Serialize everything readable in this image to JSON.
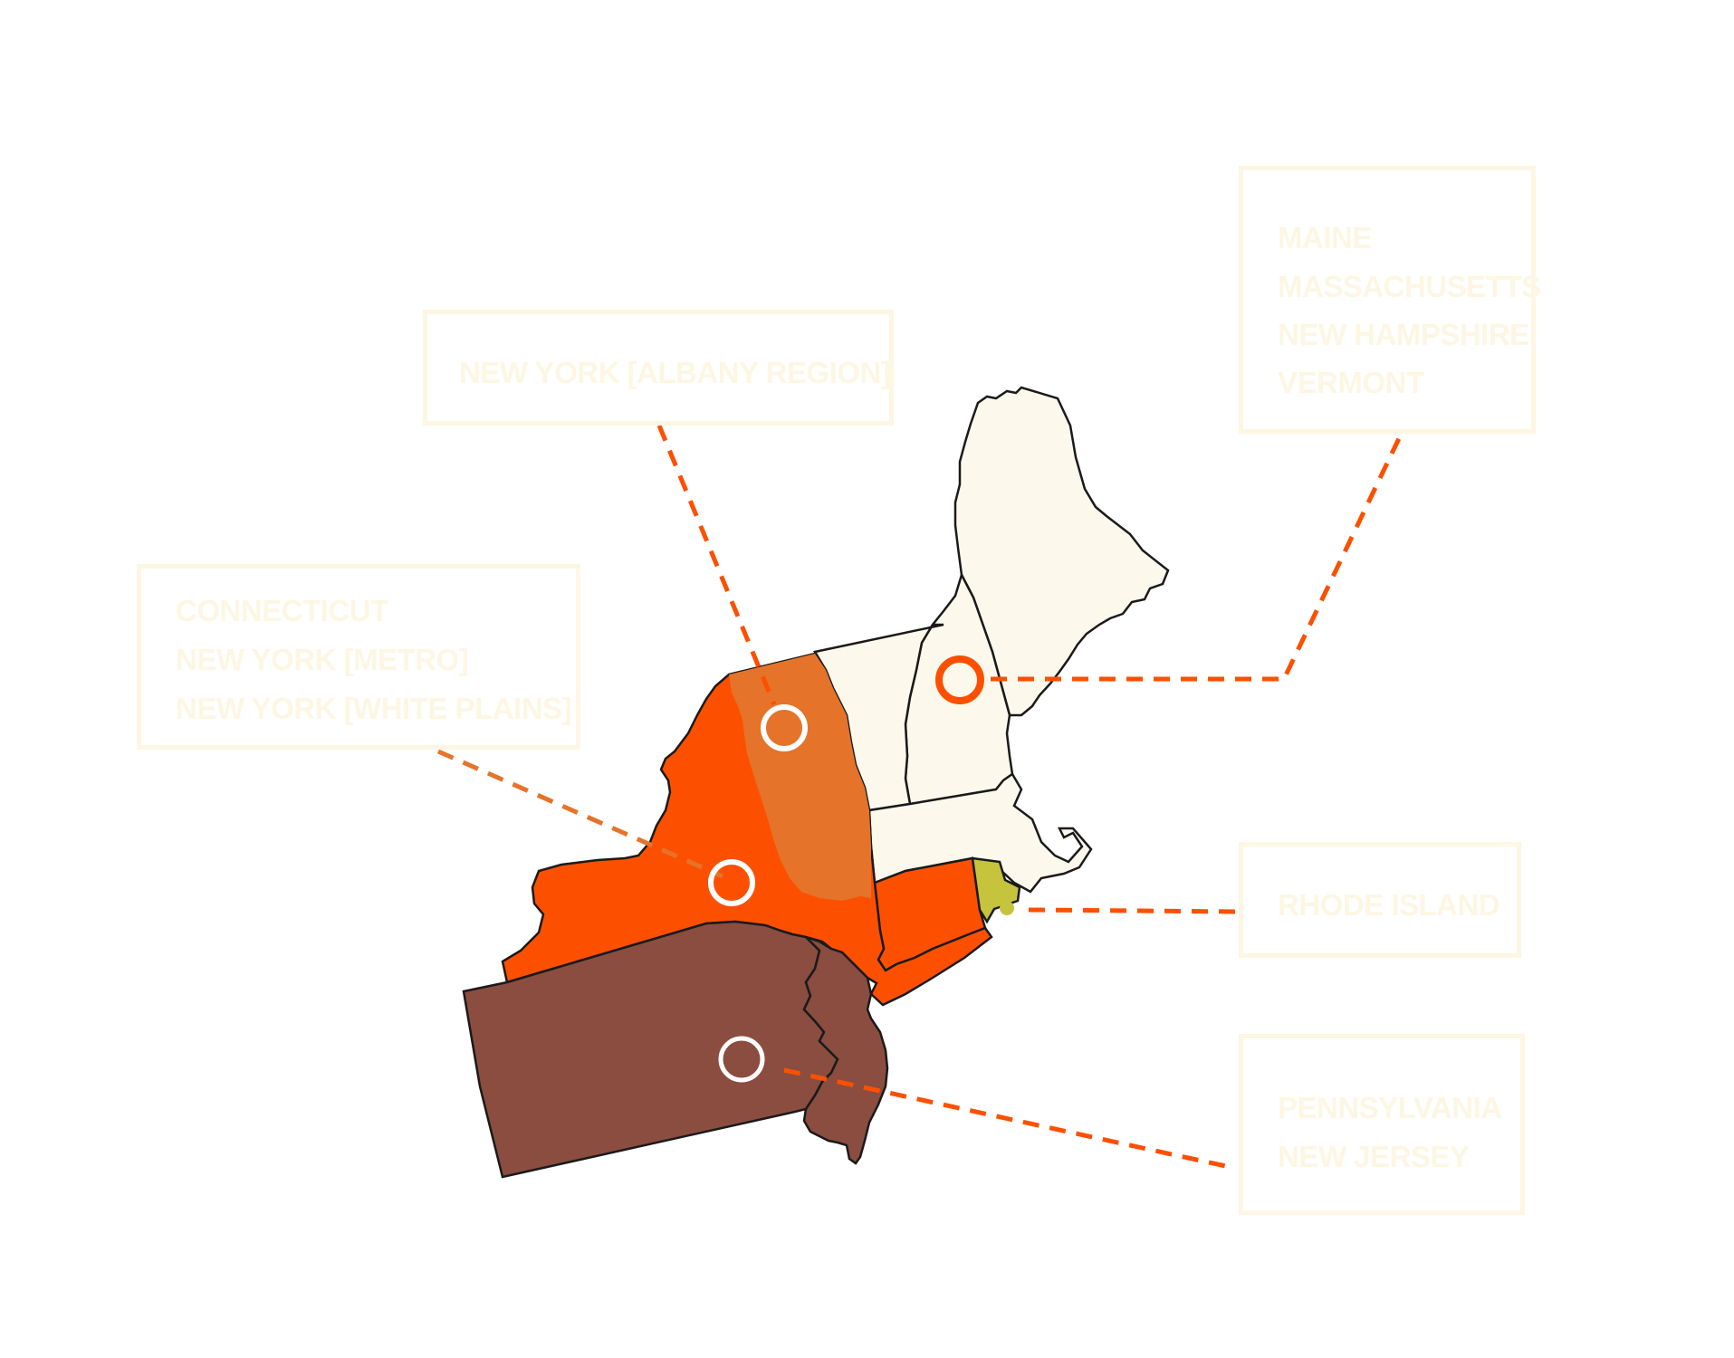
{
  "colors": {
    "background": "#ffffff",
    "label_border": "#fdf6e3",
    "label_text": "#fdf6e3",
    "new_england": "#fcf9ec",
    "new_york_metro": "#fc5000",
    "new_york_albany": "#e5732a",
    "connecticut": "#fc5000",
    "rhode_island": "#c6c33d",
    "pennsylvania_new_jersey": "#8a4d3f",
    "leader_line": "#fc5000",
    "outline": "#1a1a1a"
  },
  "labels": {
    "albany": {
      "lines": [
        "NEW YORK [ALBANY REGION]"
      ]
    },
    "metro": {
      "lines": [
        "CONNECTICUT",
        "NEW YORK [METRO]",
        "NEW YORK [WHITE PLAINS]"
      ]
    },
    "new_england": {
      "lines": [
        "MAINE",
        "MASSACHUSETTS",
        "NEW HAMPSHIRE",
        "VERMONT"
      ]
    },
    "rhode_island": {
      "lines": [
        "RHODE ISLAND"
      ]
    },
    "penn_nj": {
      "lines": [
        "PENNSYLVANIA",
        "NEW JERSEY"
      ]
    }
  }
}
